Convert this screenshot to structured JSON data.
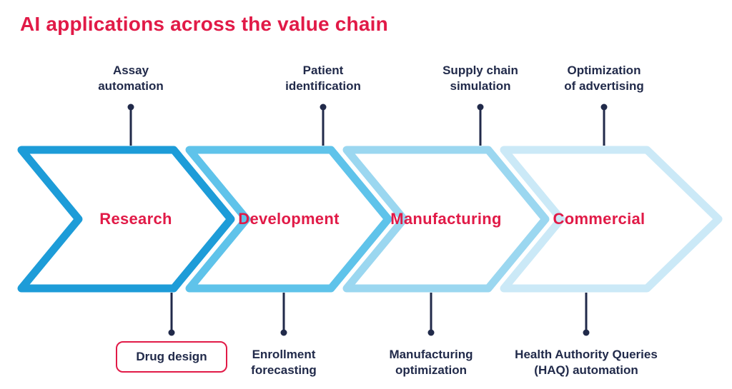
{
  "title": "AI applications across the value chain",
  "colors": {
    "title": "#E11A47",
    "stage_text": "#E11A47",
    "label_text": "#212A4A",
    "connector": "#212A4A",
    "box_border": "#E11A47",
    "background": "#FFFFFF"
  },
  "stages": [
    {
      "name": "Research",
      "color": "#1D9CD8"
    },
    {
      "name": "Development",
      "color": "#5FC3EA"
    },
    {
      "name": "Manufacturing",
      "color": "#9BD7F0"
    },
    {
      "name": "Commercial",
      "color": "#CBE9F7"
    }
  ],
  "top_labels": [
    {
      "line1": "Assay",
      "line2": "automation"
    },
    {
      "line1": "Patient",
      "line2": "identification"
    },
    {
      "line1": "Supply chain",
      "line2": "simulation"
    },
    {
      "line1": "Optimization",
      "line2": "of advertising"
    }
  ],
  "bottom_labels": [
    {
      "line1": "Drug design"
    },
    {
      "line1": "Enrollment",
      "line2": "forecasting"
    },
    {
      "line1": "Manufacturing",
      "line2": "optimization"
    },
    {
      "line1": "Health Authority Queries",
      "line2": "(HAQ) automation"
    }
  ]
}
